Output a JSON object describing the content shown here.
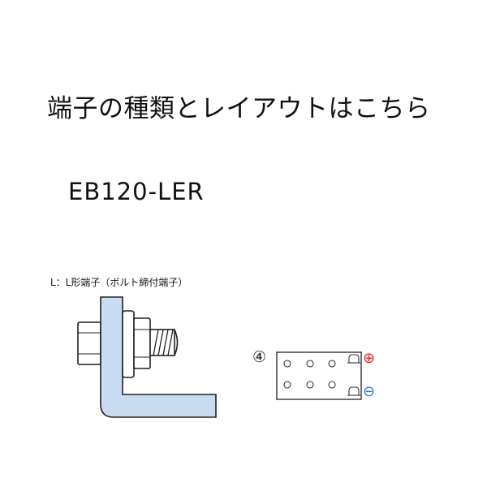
{
  "heading": "端子の種類とレイアウトはこちら",
  "model": "EB120-LER",
  "terminal": {
    "label": "L：L形端子（ボルト締付端子）"
  },
  "layout_diagram": {
    "number": "④",
    "positive_symbol": "⊕",
    "negative_symbol": "⊖",
    "positive_color": "#e8202a",
    "negative_color": "#3a6fd0",
    "bracket_fill": "#c9dcf2"
  }
}
